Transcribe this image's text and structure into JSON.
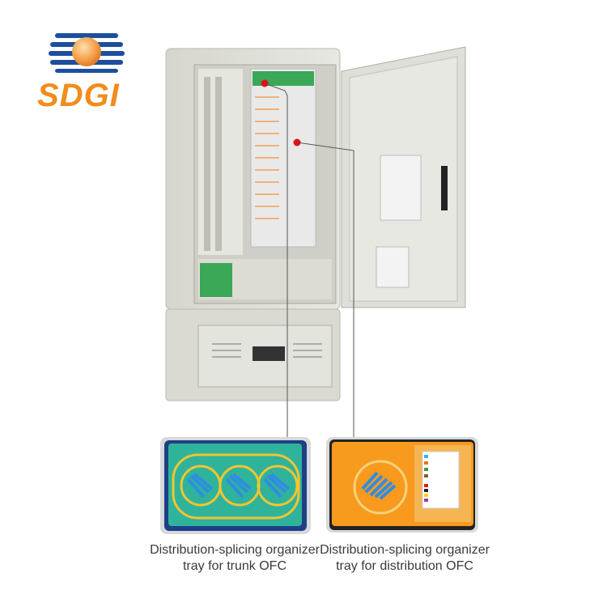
{
  "logo": {
    "text": "SDGI",
    "colors": {
      "stripes": "#1d4f9c",
      "sphere": "#f5a04a",
      "text": "#f28c1b"
    }
  },
  "product": {
    "callout_color": "#d8141c"
  },
  "trays": [
    {
      "caption": "Distribution-splicing organizer tray for trunk OFC",
      "tray_color": "#2fb39b"
    },
    {
      "caption": "Distribution-splicing organizer tray for distribution OFC",
      "tray_color": "#f79a1e"
    }
  ]
}
